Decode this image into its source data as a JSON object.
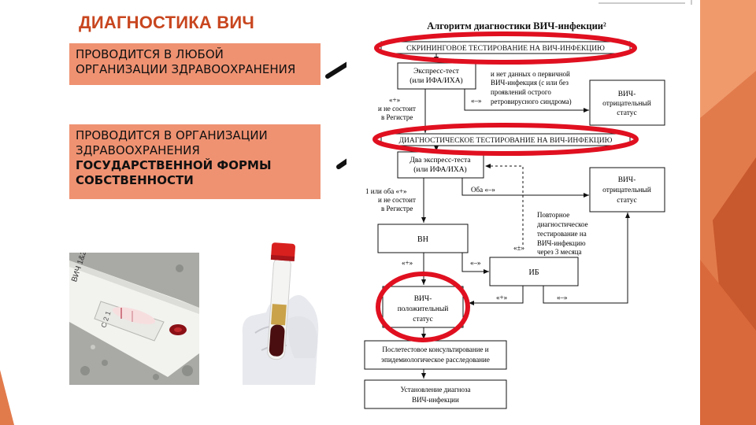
{
  "slide": {
    "title": "ДИАГНОСТИКА ВИЧ",
    "note1": {
      "line1": "ПРОВОДИТСЯ В ЛЮБОЙ",
      "line2": "ОРГАНИЗАЦИИ ЗДРАВООХРАНЕНИЯ"
    },
    "note2": {
      "line1": "ПРОВОДИТСЯ В ОРГАНИЗАЦИИ",
      "line2": "ЗДРАВООХРАНЕНИЯ",
      "line3": "ГОСУДАРСТВЕННОЙ ФОРМЫ",
      "line4": "СОБСТВЕННОСТИ"
    }
  },
  "flowchart": {
    "title": "Алгоритм диагностики ВИЧ-инфекции²",
    "screening_header": "СКРИНИНГОВОЕ ТЕСТИРОВАНИЕ НА ВИЧ-ИНФЕКЦИЮ",
    "express_test": {
      "line1": "Экспресс-тест",
      "line2": "(или ИФА/ИХА)"
    },
    "screening_neg_note": {
      "line1": "и нет данных о первичной",
      "line2": "ВИЧ-инфекция (с или без",
      "line3": "проявлений острого",
      "line4": "ретровирусного синдрома)"
    },
    "minus_label": "«–»",
    "plus_not_registered": {
      "line1": "«+»",
      "line2": "и не состоит",
      "line3": "в Регистре"
    },
    "negative_status_1": {
      "line1": "ВИЧ-",
      "line2": "отрицательный",
      "line3": "статус"
    },
    "diagnostic_header": "ДИАГНОСТИЧЕСКОЕ ТЕСТИРОВАНИЕ НА ВИЧ-ИНФЕКЦИЮ",
    "two_express_tests": {
      "line1": "Два экспресс-теста",
      "line2": "(или ИФА/ИХА)"
    },
    "one_or_both_plus": {
      "line1": "1 или оба «+»",
      "line2": "и не состоит",
      "line3": "в Регистре"
    },
    "both_minus": "Оба «–»",
    "negative_status_2": {
      "line1": "ВИЧ-",
      "line2": "отрицательный",
      "line3": "статус"
    },
    "repeat_note": {
      "line1": "Повторное",
      "line2": "диагностическое",
      "line3": "тестирование на",
      "line4": "ВИЧ-инфекцию",
      "line5": "через 3 месяца"
    },
    "vn_box": "ВН",
    "plus_vn": "«+»",
    "minus_vn": "«–»",
    "plusminus": "«±»",
    "ib_box": "ИБ",
    "plus_ib": "«+»",
    "minus_ib": "«–»",
    "positive_status": {
      "line1": "ВИЧ-",
      "line2": "положительный",
      "line3": "статус"
    },
    "counseling": {
      "line1": "Послетестовое консультирование и",
      "line2": "эпидемиологическое расследование"
    },
    "diagnosis": {
      "line1": "Установление диагноза",
      "line2": "ВИЧ-инфекции"
    }
  },
  "photos": {
    "test_label": "ВИЧ 1&2",
    "test_marks": "C 2 1"
  },
  "colors": {
    "accent": "#c8461f",
    "note_fill": "#ef9272",
    "highlight_red": "#e01020",
    "arrow": "#111111"
  }
}
